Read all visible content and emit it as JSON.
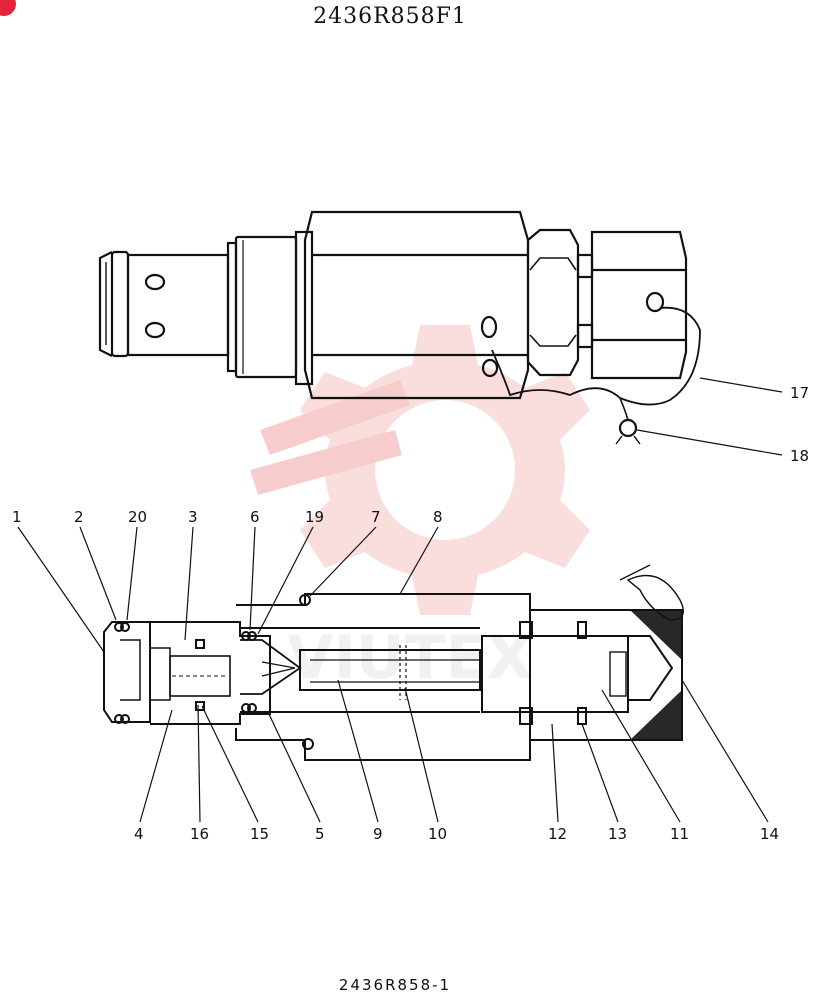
{
  "title": "2436R858F1",
  "footer": "2436R858-1",
  "watermark": {
    "text": "VIUTEX",
    "color": "#f2a4a6"
  },
  "parts": {
    "1": "1",
    "2": "2",
    "3": "3",
    "4": "4",
    "5": "5",
    "6": "6",
    "7": "7",
    "8": "8",
    "9": "9",
    "10": "10",
    "11": "11",
    "12": "12",
    "13": "13",
    "14": "14",
    "15": "15",
    "16": "16",
    "17": "17",
    "18": "18",
    "19": "19",
    "20": "20"
  },
  "colors": {
    "line": "#111111",
    "accent": "#e5243b"
  }
}
